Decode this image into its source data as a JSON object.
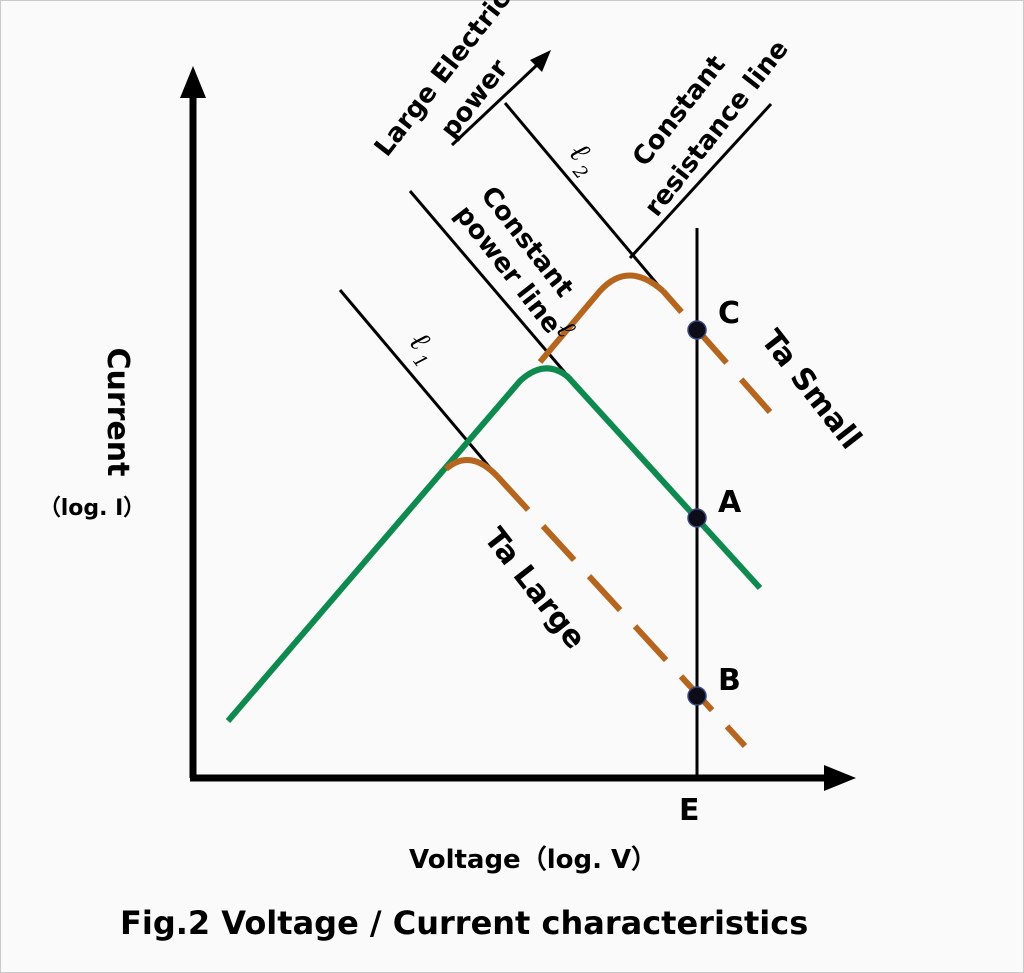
{
  "figure": {
    "caption": "Fig.2  Voltage / Current characteristics",
    "y_axis_label": "Current",
    "y_axis_sublabel": "（log. I）",
    "x_axis_label": "Voltage（log. V）",
    "x_marker": "E",
    "labels": {
      "large_power_line1": "Large Electric",
      "large_power_line2": "power",
      "const_resistance_line1": "Constant",
      "const_resistance_line2": "resistance line",
      "const_power_line1": "Constant",
      "const_power_line2": "power line",
      "ell": "ℓ",
      "ell1": "ℓ",
      "ell1_sub": "1",
      "ell2": "ℓ",
      "ell2_sub": "2",
      "ta_small": "Ta Small",
      "ta_large": "Ta Large",
      "point_a": "A",
      "point_b": "B",
      "point_c": "C"
    },
    "colors": {
      "green_curve": "#0e8a4f",
      "brown_curve": "#b5651d",
      "axes": "#000000",
      "point_fill": "#0d0d1a"
    }
  }
}
